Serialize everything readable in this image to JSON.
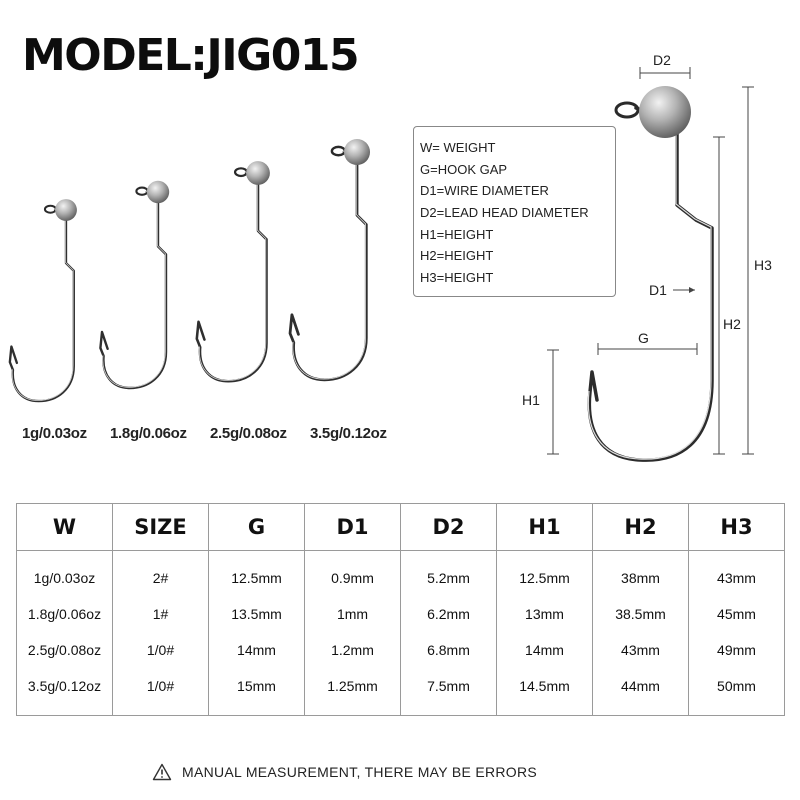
{
  "header": {
    "title": "MODEL:JIG015"
  },
  "jig_weights": [
    "1g/0.03oz",
    "1.8g/0.06oz",
    "2.5g/0.08oz",
    "3.5g/0.12oz"
  ],
  "legend": {
    "items": [
      "W= WEIGHT",
      "G=HOOK GAP",
      "D1=WIRE DIAMETER",
      "D2=LEAD HEAD DIAMETER",
      "H1=HEIGHT",
      "H2=HEIGHT",
      "H3=HEIGHT"
    ]
  },
  "diagram": {
    "d2": "D2",
    "d1": "D1",
    "g": "G",
    "h1": "H1",
    "h2": "H2",
    "h3": "H3"
  },
  "table": {
    "headers": [
      "W",
      "SIZE",
      "G",
      "D1",
      "D2",
      "H1",
      "H2",
      "H3"
    ],
    "rows": [
      [
        "1g/0.03oz",
        "2#",
        "12.5mm",
        "0.9mm",
        "5.2mm",
        "12.5mm",
        "38mm",
        "43mm"
      ],
      [
        "1.8g/0.06oz",
        "1#",
        "13.5mm",
        "1mm",
        "6.2mm",
        "13mm",
        "38.5mm",
        "45mm"
      ],
      [
        "2.5g/0.08oz",
        "1/0#",
        "14mm",
        "1.2mm",
        "6.8mm",
        "14mm",
        "43mm",
        "49mm"
      ],
      [
        "3.5g/0.12oz",
        "1/0#",
        "15mm",
        "1.25mm",
        "7.5mm",
        "14.5mm",
        "44mm",
        "50mm"
      ]
    ]
  },
  "footer": {
    "warning_text": "MANUAL MEASUREMENT, THERE MAY BE ERRORS",
    "icon": "warning-triangle-icon"
  }
}
